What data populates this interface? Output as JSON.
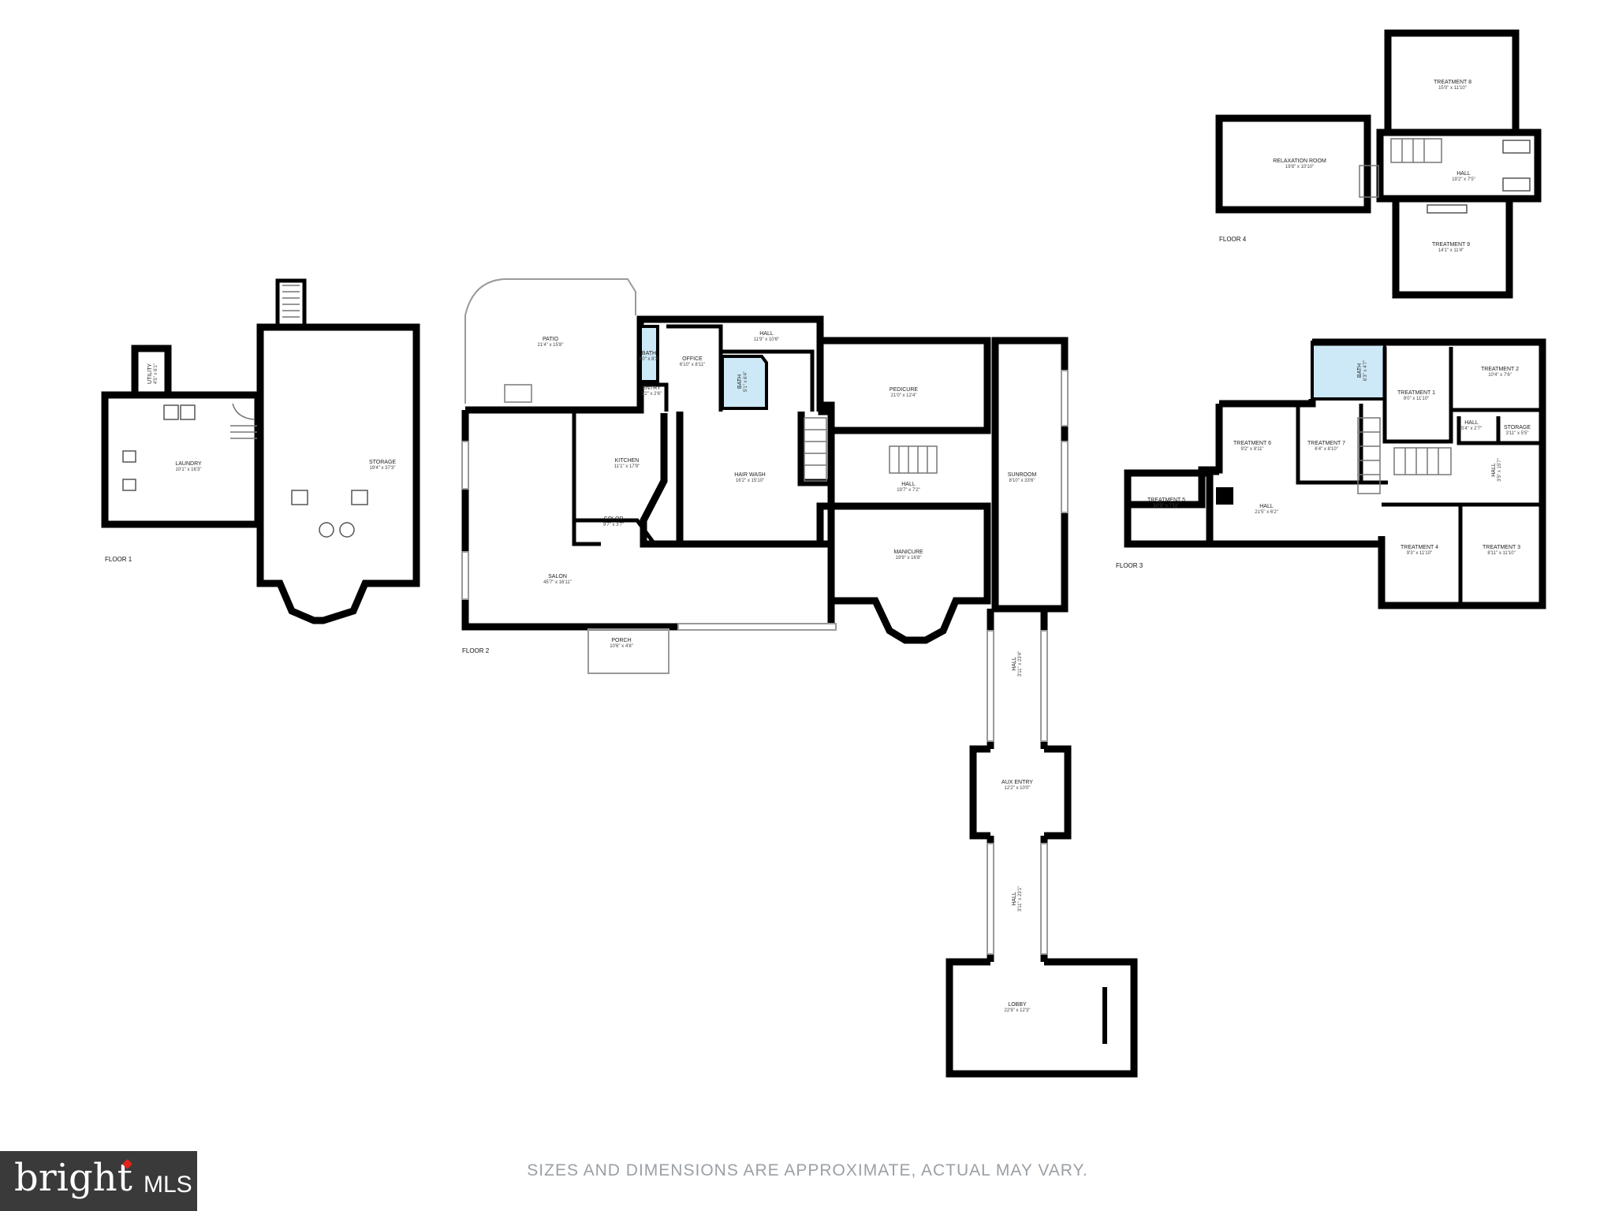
{
  "floors": {
    "floor1": {
      "label": "FLOOR 1",
      "rooms": [
        {
          "name": "LAUNDRY",
          "dims": "10'1\" x 16'3\""
        },
        {
          "name": "STORAGE",
          "dims": "19'4\" x 37'3\""
        },
        {
          "name": "UTILITY",
          "dims": "4'5\" x 6'1\""
        }
      ]
    },
    "floor2": {
      "label": "FLOOR 2",
      "rooms": [
        {
          "name": "PATIO",
          "dims": "21'4\" x 15'8\""
        },
        {
          "name": "BATH",
          "dims": "3'0\" x 8'3\""
        },
        {
          "name": "OFFICE",
          "dims": "6'10\" x 8'11\""
        },
        {
          "name": "HALL",
          "dims": "11'9\" x 10'6\""
        },
        {
          "name": "ENTRY",
          "dims": "3'2\" x 2'6\""
        },
        {
          "name": "BATH",
          "dims": "5'1\" x 6'4\""
        },
        {
          "name": "PEDICURE",
          "dims": "21'0\" x 12'4\""
        },
        {
          "name": "KITCHEN",
          "dims": "11'1\" x 17'9\""
        },
        {
          "name": "HAIR WASH",
          "dims": "16'2\" x 15'10\""
        },
        {
          "name": "HALL",
          "dims": "19'7\" x 7'2\""
        },
        {
          "name": "SUNROOM",
          "dims": "8'10\" x 33'6\""
        },
        {
          "name": "COLOR",
          "dims": "9'7\" x 3'7\""
        },
        {
          "name": "SALON",
          "dims": "45'7\" x 16'11\""
        },
        {
          "name": "MANICURE",
          "dims": "19'9\" x 16'8\""
        },
        {
          "name": "PORCH",
          "dims": "10'6\" x 4'8\""
        },
        {
          "name": "HALL",
          "dims": "3'11\" x 23'4\""
        },
        {
          "name": "AUX ENTRY",
          "dims": "12'2\" x 10'0\""
        },
        {
          "name": "HALL",
          "dims": "3'11\" x 23'1\""
        },
        {
          "name": "LOBBY",
          "dims": "22'9\" x 12'3\""
        }
      ]
    },
    "floor3": {
      "label": "FLOOR 3",
      "rooms": [
        {
          "name": "BATH",
          "dims": "6'3\" x 4'7\""
        },
        {
          "name": "TREATMENT 1",
          "dims": "9'0\" x 11'10\""
        },
        {
          "name": "TREATMENT 2",
          "dims": "10'4\" x 7'6\""
        },
        {
          "name": "TREATMENT 6",
          "dims": "9'2\" x 8'11\""
        },
        {
          "name": "TREATMENT 7",
          "dims": "6'4\" x 8'10\""
        },
        {
          "name": "HALL",
          "dims": "5'4\" x 2'7\""
        },
        {
          "name": "STORAGE",
          "dims": "3'11\" x 5'5\""
        },
        {
          "name": "HALL",
          "dims": "3'5\" x 15'7\""
        },
        {
          "name": "TREATMENT 5",
          "dims": "10'3\" x 7'11\""
        },
        {
          "name": "HALL",
          "dims": "21'5\" x 6'2\""
        },
        {
          "name": "TREATMENT 4",
          "dims": "9'3\" x 11'10\""
        },
        {
          "name": "TREATMENT 3",
          "dims": "8'11\" x 11'10\""
        }
      ]
    },
    "floor4": {
      "label": "FLOOR 4",
      "rooms": [
        {
          "name": "TREATMENT 8",
          "dims": "15'0\" x 11'10\""
        },
        {
          "name": "RELAXATION ROOM",
          "dims": "19'8\" x 10'10\""
        },
        {
          "name": "HALL",
          "dims": "19'2\" x 7'5\""
        },
        {
          "name": "TREATMENT 9",
          "dims": "14'1\" x 11'4\""
        }
      ]
    }
  },
  "disclaimer": "SIZES AND DIMENSIONS ARE APPROXIMATE, ACTUAL MAY VARY.",
  "logo": {
    "brand": "bright",
    "suffix": "MLS",
    "icon": "roof-dot-icon",
    "background": "#3a3a3a"
  },
  "colors": {
    "walls": "#000000",
    "bathroom": "#cde8f6",
    "disclaimer": "#9aa0a6"
  }
}
